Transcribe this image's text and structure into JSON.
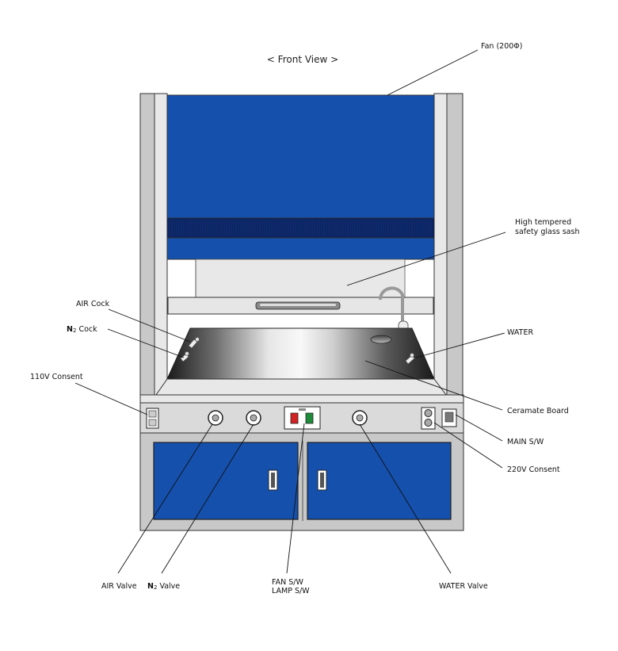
{
  "diagram": {
    "title": "< Front View >",
    "labels": {
      "fan": "Fan (200Φ)",
      "sash_line1": "High tempered",
      "sash_line2": "safety glass sash",
      "air_cock": "AIR Cock",
      "n2_cock_n": "N",
      "n2_cock_sub": "2",
      "n2_cock_rest": " Cock",
      "consent_110": "110V Consent",
      "water": "WATER",
      "ceramate": "Ceramate Board",
      "main_sw": "MAIN S/W",
      "consent_220": "220V Consent",
      "air_valve": "AIR Valve",
      "n2_valve_n": "N",
      "n2_valve_sub": "2",
      "n2_valve_rest": " Valve",
      "fan_sw": "FAN S/W",
      "lamp_sw": "LAMP S/W",
      "water_valve": "WATER Valve"
    },
    "colors": {
      "blue": "#1550AD",
      "dark_band": "#0B2360",
      "frame_gray": "#C8C8C8",
      "light_gray": "#E8E8E8",
      "outline": "#333333"
    }
  }
}
